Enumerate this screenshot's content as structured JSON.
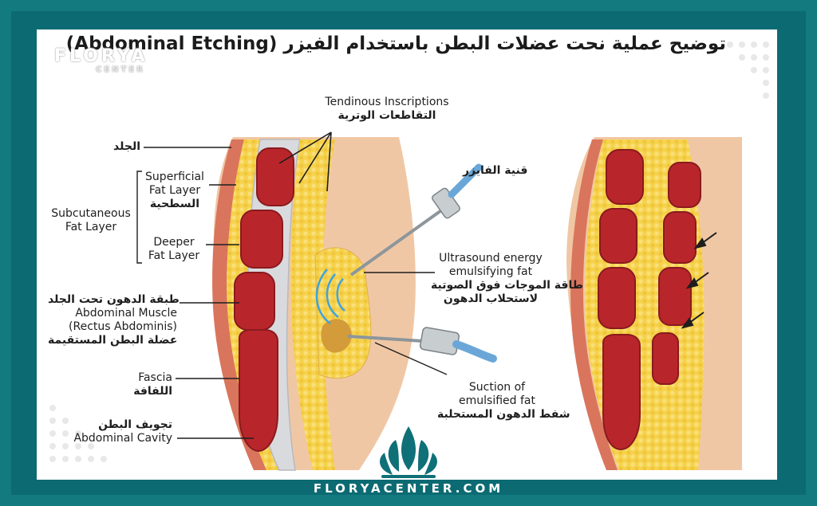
{
  "title": "توضيح عملية نحت عضلات البطن باستخدام الفيزر (Abdominal Etching)",
  "logo": {
    "line1": "FLORYA",
    "line2": "CENTER"
  },
  "footer": {
    "site": "FLORYACENTER.COM"
  },
  "labels": {
    "tendinous_en": "Tendinous Inscriptions",
    "tendinous_ar": "التقاطعات الوترية",
    "skin_ar": "الجلد",
    "superficial_en1": "Superficial",
    "superficial_en2": "Fat Layer",
    "superficial_ar": "السطحية",
    "subcutaneous_en1": "Subcutaneous",
    "subcutaneous_en2": "Fat Layer",
    "deeper_en1": "Deeper",
    "deeper_en2": "Fat Layer",
    "subcut_ar": "طبقة الدهون تحت الجلد",
    "muscle_en1": "Abdominal Muscle",
    "muscle_en2": "(Rectus Abdominis)",
    "muscle_ar": "عضلة البطن المستقيمة",
    "fascia_en": "Fascia",
    "fascia_ar": "اللفافة",
    "cavity_ar": "تجويف البطن",
    "cavity_en": "Abdominal Cavity",
    "vaser_ar": "قنية الفايزر",
    "ultra_en1": "Ultrasound energy",
    "ultra_en2": "emulsifying fat",
    "ultra_ar1": "طاقة الموجات فوق الصوتية",
    "ultra_ar2": "لاستحلاب الدهون",
    "suction_en1": "Suction of",
    "suction_en2": "emulsified fat",
    "suction_ar": "شفط الدهون المستحلبة"
  },
  "colors": {
    "frame": "#137a80",
    "skin": "#e9b48f",
    "fat": "#f6d24c",
    "muscle": "#b8262b",
    "fascia": "#e8e8ea",
    "probe": "#9aa3a8",
    "tube": "#6aa7d8"
  }
}
